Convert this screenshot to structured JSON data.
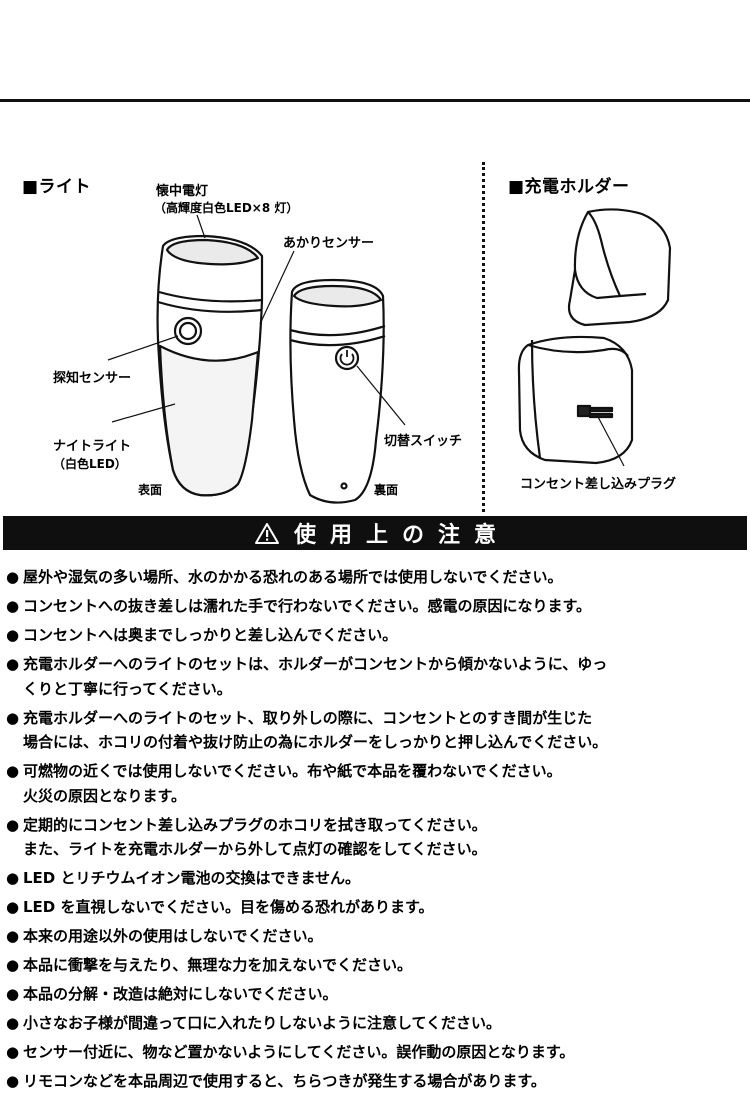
{
  "light_section": {
    "header": "■ライト",
    "labels": {
      "flashlight_line1": "懐中電灯",
      "flashlight_line2": "（高輝度白色LED×8 灯）",
      "ambient_sensor": "あかりセンサー",
      "detection_sensor": "探知センサー",
      "nightlight_line1": "ナイトライト",
      "nightlight_line2": "（白色LED）",
      "mode_switch": "切替スイッチ",
      "front": "表面",
      "back": "裏面"
    }
  },
  "holder_section": {
    "header": "■充電ホルダー",
    "plug_label": "コンセント差し込みプラグ"
  },
  "caution": {
    "title": "使用上の注意",
    "items": [
      {
        "line1": "屋外や湿気の多い場所、水のかかる恐れのある場所では使用しないでください。",
        "line2": ""
      },
      {
        "line1": "コンセントへの抜き差しは濡れた手で行わないでください。感電の原因になります。",
        "line2": ""
      },
      {
        "line1": "コンセントへは奥までしっかりと差し込んでください。",
        "line2": ""
      },
      {
        "line1": "充電ホルダーへのライトのセットは、ホルダーがコンセントから傾かないように、ゆっ",
        "line2": "くりと丁寧に行ってください。"
      },
      {
        "line1": "充電ホルダーへのライトのセット、取り外しの際に、コンセントとのすき間が生じた",
        "line2": "場合には、ホコリの付着や抜け防止の為にホルダーをしっかりと押し込んでください。"
      },
      {
        "line1": "可燃物の近くでは使用しないでください。布や紙で本品を覆わないでください。",
        "line2": "火災の原因となります。"
      },
      {
        "line1": "定期的にコンセント差し込みプラグのホコリを拭き取ってください。",
        "line2": "また、ライトを充電ホルダーから外して点灯の確認をしてください。"
      },
      {
        "line1": "LED とリチウムイオン電池の交換はできません。",
        "line2": ""
      },
      {
        "line1": "LED を直視しないでください。目を傷める恐れがあります。",
        "line2": ""
      },
      {
        "line1": "本来の用途以外の使用はしないでください。",
        "line2": ""
      },
      {
        "line1": "本品に衝撃を与えたり、無理な力を加えないでください。",
        "line2": ""
      },
      {
        "line1": "本品の分解・改造は絶対にしないでください。",
        "line2": ""
      },
      {
        "line1": "小さなお子様が間違って口に入れたりしないように注意してください。",
        "line2": ""
      },
      {
        "line1": "センサー付近に、物など置かないようにしてください。誤作動の原因となります。",
        "line2": ""
      },
      {
        "line1": "リモコンなどを本品周辺で使用すると、ちらつきが発生する場合があります。",
        "line2": ""
      }
    ]
  }
}
